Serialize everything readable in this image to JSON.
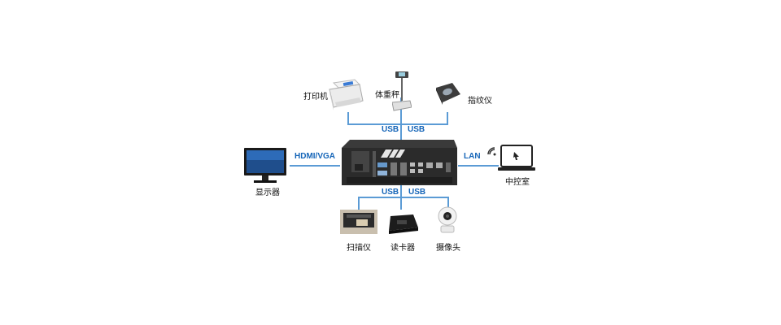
{
  "devices": {
    "printer": "打印机",
    "scale": "体重秤",
    "fingerprint": "指纹仪",
    "monitor": "显示器",
    "control_room": "中控室",
    "scanner": "扫描仪",
    "card_reader": "读卡器",
    "camera": "摄像头"
  },
  "connections": {
    "usb_top_left": "USB",
    "usb_top_right": "USB",
    "usb_bottom_left": "USB",
    "usb_bottom_right": "USB",
    "display": "HDMI/VGA",
    "network": "LAN"
  },
  "colors": {
    "line": "#5b9bd5",
    "label": "#1565b8",
    "device_dark": "#2a2a2a"
  }
}
